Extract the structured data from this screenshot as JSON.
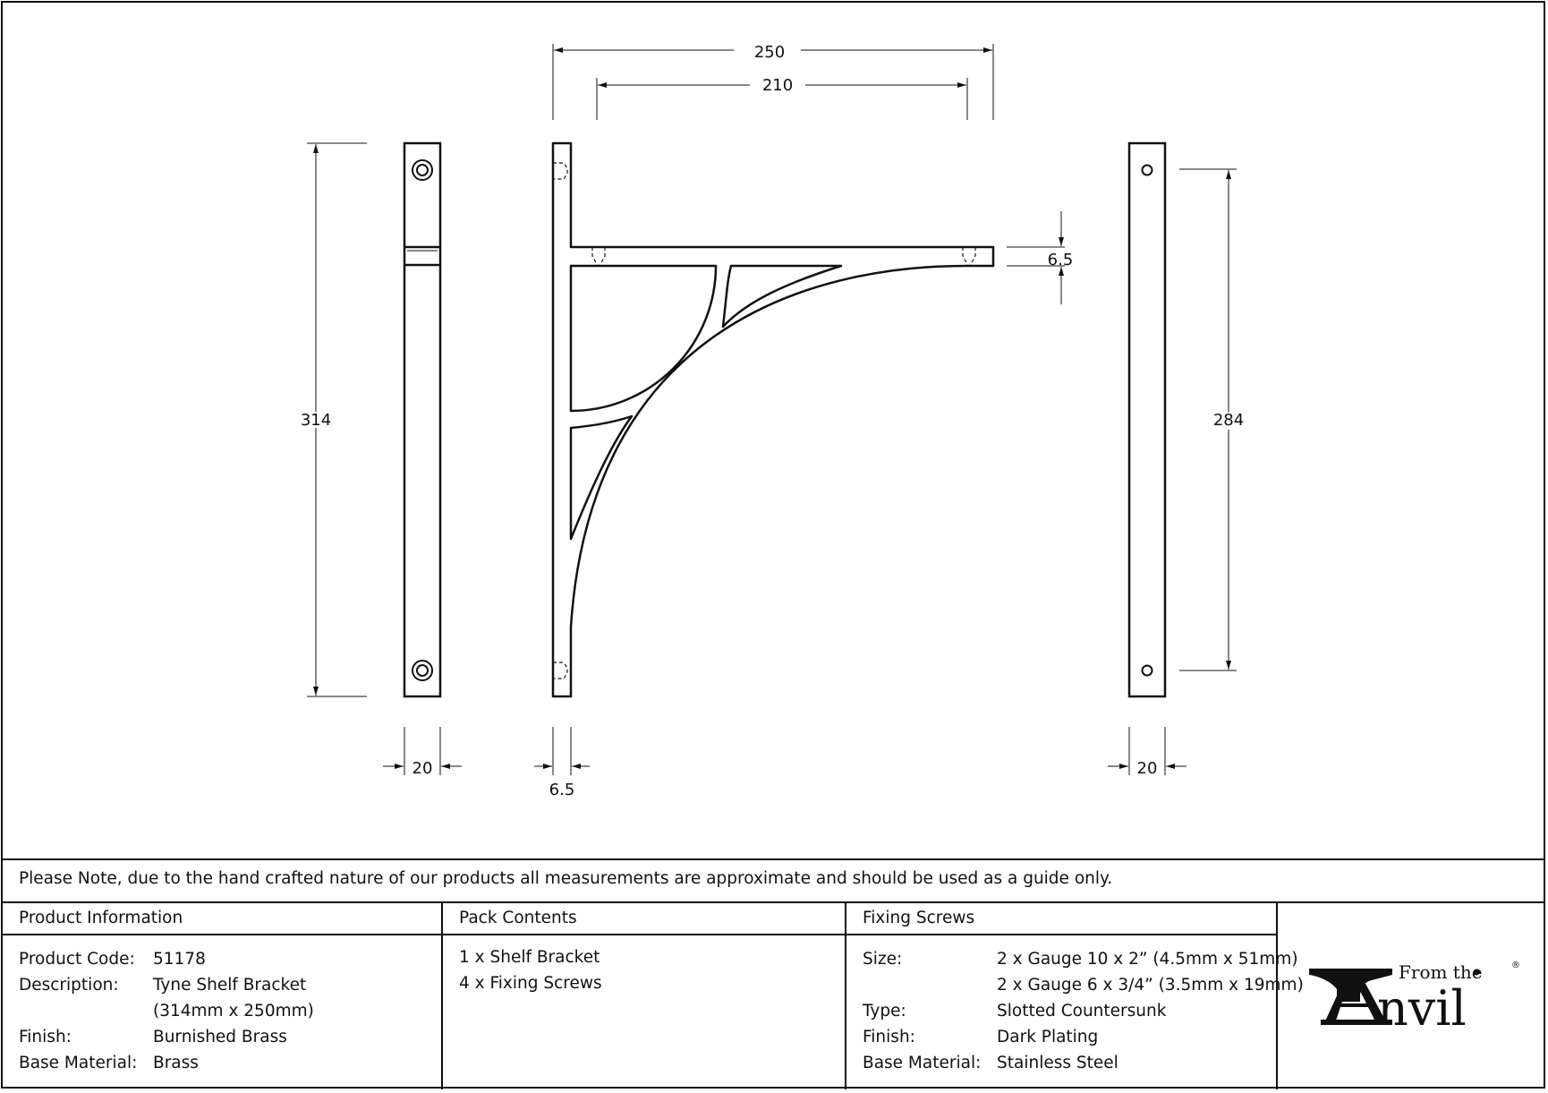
{
  "dimensions": {
    "overall_width": "250",
    "inner_width": "210",
    "overall_height": "314",
    "hole_centres": "284",
    "shelf_thickness": "6.5",
    "plate_thickness": "6.5",
    "front_width": "20",
    "rear_width": "20"
  },
  "note": "Please Note, due to the hand crafted nature of our products all measurements are approximate and should be used as a guide only.",
  "product_information": {
    "heading": "Product Information",
    "rows": [
      {
        "label": "Product Code:",
        "value": "51178"
      },
      {
        "label": "Description:",
        "value": "Tyne Shelf Bracket"
      },
      {
        "label": "",
        "value": "(314mm x 250mm)"
      },
      {
        "label": "Finish:",
        "value": "Burnished Brass"
      },
      {
        "label": "Base Material:",
        "value": "Brass"
      }
    ]
  },
  "pack_contents": {
    "heading": "Pack Contents",
    "items": [
      "1 x Shelf Bracket",
      "4 x Fixing Screws"
    ]
  },
  "fixing_screws": {
    "heading": "Fixing Screws",
    "rows": [
      {
        "label": "Size:",
        "value": "2 x Gauge 10 x 2” (4.5mm x 51mm)"
      },
      {
        "label": "",
        "value": "2 x Gauge 6 x 3/4” (3.5mm x 19mm)"
      },
      {
        "label": "Type:",
        "value": "Slotted Countersunk"
      },
      {
        "label": "Finish:",
        "value": "Dark Plating"
      },
      {
        "label": "Base Material:",
        "value": "Stainless Steel"
      }
    ]
  },
  "logo": {
    "from_the": "From the",
    "brand": "Anvil",
    "registered": "®"
  }
}
